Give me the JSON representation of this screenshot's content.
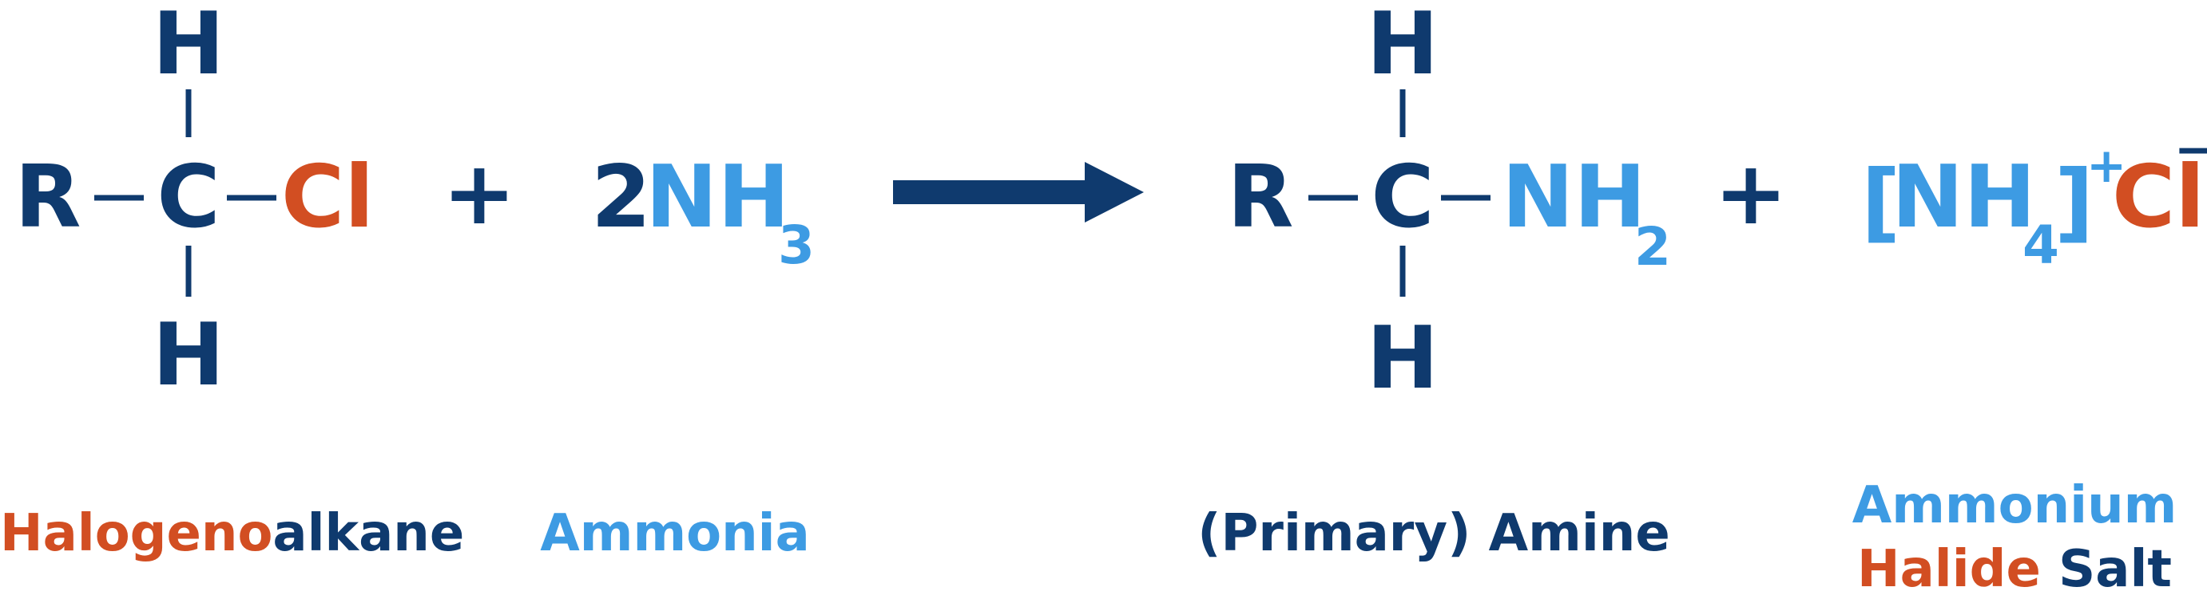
{
  "colors": {
    "navy": "#0f3a6e",
    "blue": "#3d9be3",
    "orange": "#d24e22"
  },
  "reactant1": {
    "top_h": "H",
    "bottom_h": "H",
    "r": "R",
    "c": "C",
    "halogen": "Cl"
  },
  "plus1": "+",
  "reactant2": {
    "coefficient": "2",
    "formula": "NH",
    "subscript": "3"
  },
  "arrow_icon": "reaction-arrow-right",
  "product1": {
    "top_h": "H",
    "bottom_h": "H",
    "r": "R",
    "c": "C",
    "group": "NH",
    "subscript": "2"
  },
  "plus2": "+",
  "product2": {
    "open_bracket": "[",
    "formula": "NH",
    "subscript": "4",
    "close_bracket": "]",
    "charge": "+",
    "anion": "Cl",
    "anion_charge": "−"
  },
  "labels": {
    "halogenoalkane_part1": "Halogeno",
    "halogenoalkane_part2": "alkane",
    "ammonia": "Ammonia",
    "amine": "(Primary) Amine",
    "salt_line1": "Ammonium",
    "salt_line2_part1": "Halide",
    "salt_line2_part2": "Salt"
  }
}
